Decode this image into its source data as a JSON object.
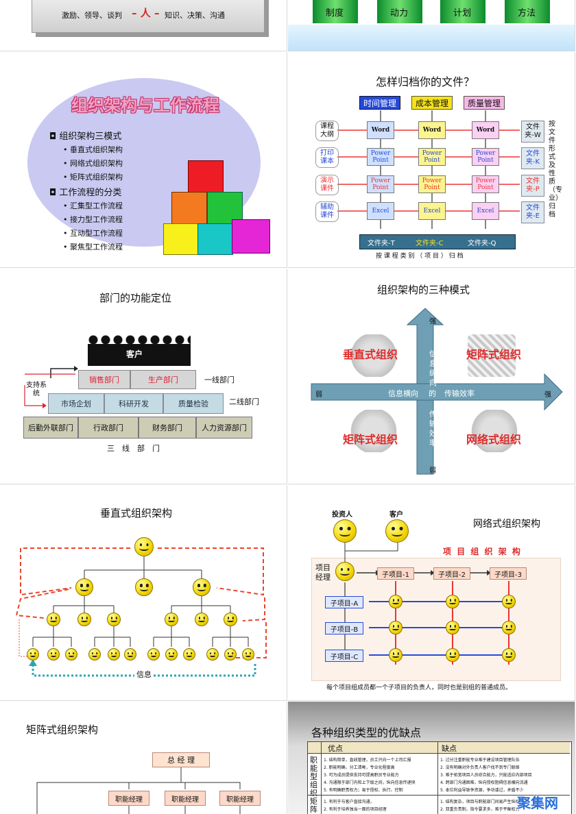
{
  "slide1": {
    "text_left": "激励、领导、谈判",
    "text_mid": "人",
    "text_right": "知识、决策、沟通"
  },
  "slide2": {
    "pillars": [
      "制度",
      "动力",
      "计划",
      "方法"
    ]
  },
  "slide3": {
    "title": "组织架构与工作流程",
    "section1": "组织架构三模式",
    "items1": [
      "垂直式组织架构",
      "网络式组织架构",
      "矩阵式组织架构"
    ],
    "section2": "工作流程的分类",
    "items2": [
      "汇集型工作流程",
      "接力型工作流程",
      "互动型工作流程",
      "聚焦型工作流程"
    ]
  },
  "slide4": {
    "title": "怎样归档你的文件？",
    "headers": [
      "时间管理",
      "成本管理",
      "质量管理"
    ],
    "rows": [
      "课程大纲",
      "打印课本",
      "演示课件",
      "辅助课件"
    ],
    "files": [
      "Word",
      "Power Point",
      "Power Point",
      "Excel"
    ],
    "right_folders": [
      "文件夹-W",
      "文件夹-K",
      "文件夹-P",
      "文件夹-E"
    ],
    "right_caption": "按文件形式及性质（专业）归档",
    "bottom_folders": [
      "文件夹-T",
      "文件夹-C",
      "文件夹-Q"
    ],
    "bottom_caption": "按 课 程 类 别 （ 项 目 ） 归 档"
  },
  "slide5": {
    "title": "部门的功能定位",
    "customer": "客户",
    "tier1": [
      "销售部门",
      "生产部门"
    ],
    "tier1_label": "一线部门",
    "support": "支持系统",
    "tier2": [
      "市场企划",
      "科研开发",
      "质量检验"
    ],
    "tier2_label": "二线部门",
    "tier3": [
      "后勤外联部门",
      "行政部门",
      "财务部门",
      "人力资源部门"
    ],
    "tier3_label": "三　线　部　门"
  },
  "slide6": {
    "title": "组织架构的三种模式",
    "strong_top": "强",
    "weak_bottom": "弱",
    "weak_left": "弱",
    "strong_right": "强",
    "vertical_text": "信息纵向",
    "horizontal_left": "信息横向",
    "center": "的",
    "horizontal_right": "传输效率",
    "vertical_bottom": "传输效率",
    "q1": "垂直式组织",
    "q2": "矩阵式组织",
    "q3": "矩阵式组织",
    "q4": "网络式组织"
  },
  "slide7": {
    "title": "垂直式组织架构",
    "info": "信息"
  },
  "slide8": {
    "investor": "投资人",
    "client": "客户",
    "title": "网络式组织架构",
    "banner": "项 目 组 织 架 构",
    "manager": "项目经理",
    "subprojects_top": [
      "子项目-1",
      "子项目-2",
      "子项目-3"
    ],
    "subprojects_left": [
      "子项目-A",
      "子项目-B",
      "子项目-C"
    ],
    "caption": "每个项目组成员都一个子项目的负责人，同时也是别组的普通成员。"
  },
  "slide9": {
    "title": "矩阵式组织架构",
    "top": "总 经 理",
    "roles": [
      "职能经理",
      "职能经理",
      "职能经理"
    ]
  },
  "slide10": {
    "title": "各种组织类型的优缺点",
    "col_pro": "优点",
    "col_con": "缺点",
    "row1": "职能型组织",
    "row2": "矩阵型",
    "pros1": [
      "1. 结构简单，直线管理，员工只向一个上司汇报",
      "2. 职能明确，分工清晰，专业化程度高",
      "3. 可为成员提供支持可提高职员专业能力",
      "4. 沟通限于部门内和上下级之间，纵向信息传递快",
      "5. 有明确职责权力；易于授权、执行、控制"
    ],
    "cons1": [
      "1. 过分注重职能专业难于建设项目管理队伍",
      "2. 没有明确对外负责人客户找不到专门联络",
      "3. 难于拓宽项目人员综合能力，只能适应内部项目",
      "4. 跨部门沟通困难，纵向授权阻碍信息横向流通",
      "5. 本位利益导致争资源，争功诿过，矛盾不少"
    ],
    "pros2": [
      "1. 有利于与客户直接沟通，",
      "2. 有利于培养独当一面的项目经理"
    ],
    "cons2": [
      "1. 结构复杂，项目与职能部门间易产生纵横矛盾",
      "2. 双重负责制，指令要求多，难于平衡权力"
    ]
  },
  "watermark": "聚集网"
}
